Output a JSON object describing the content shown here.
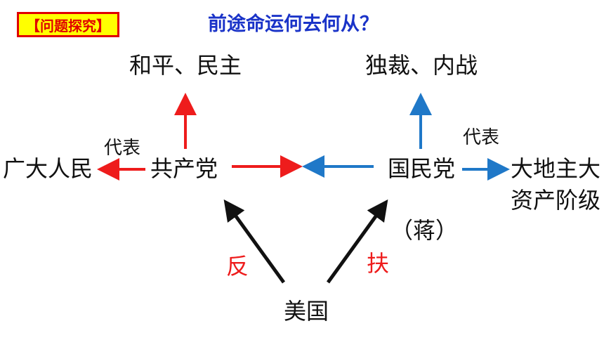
{
  "header": {
    "badge": "【问题探究】",
    "title": "前途命运何去何从？"
  },
  "nodes": {
    "peace": "和平、民主",
    "dictatorship": "独裁、内战",
    "people": "广大人民",
    "cpc": "共产党",
    "kmt": "国民党",
    "landlords_line1": "大地主大",
    "landlords_line2": "资产阶级",
    "chiang": "（蒋）",
    "usa": "美国"
  },
  "edge_labels": {
    "represent_left": "代表",
    "represent_right": "代表",
    "oppose": "反",
    "support": "扶"
  },
  "colors": {
    "badge_bg": "#ffff00",
    "badge_text": "#e00000",
    "title": "#1a33c8",
    "red_arrow": "#ee1c1c",
    "blue_arrow": "#1f78c8",
    "black_arrow": "#111111"
  }
}
